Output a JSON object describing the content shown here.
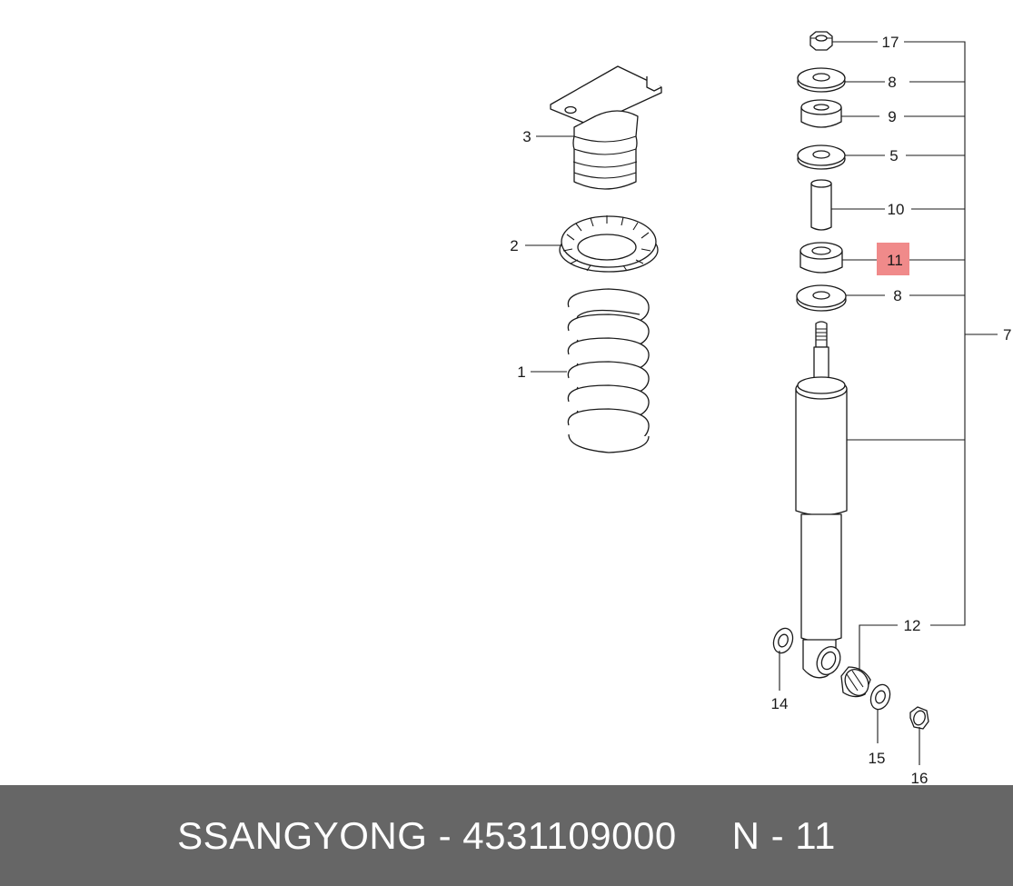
{
  "footer": {
    "brand": "SSANGYONG",
    "separator": " - ",
    "part_number": "4531109000",
    "gap": "     ",
    "ref": "N - 11"
  },
  "callouts": {
    "c1": "1",
    "c2": "2",
    "c3": "3",
    "c5": "5",
    "c7": "7",
    "c8a": "8",
    "c8b": "8",
    "c9": "9",
    "c10": "10",
    "c11": "11",
    "c12": "12",
    "c14": "14",
    "c15": "15",
    "c16": "16",
    "c17": "17"
  },
  "highlight": {
    "part": "11",
    "color": "#f08a8a"
  }
}
